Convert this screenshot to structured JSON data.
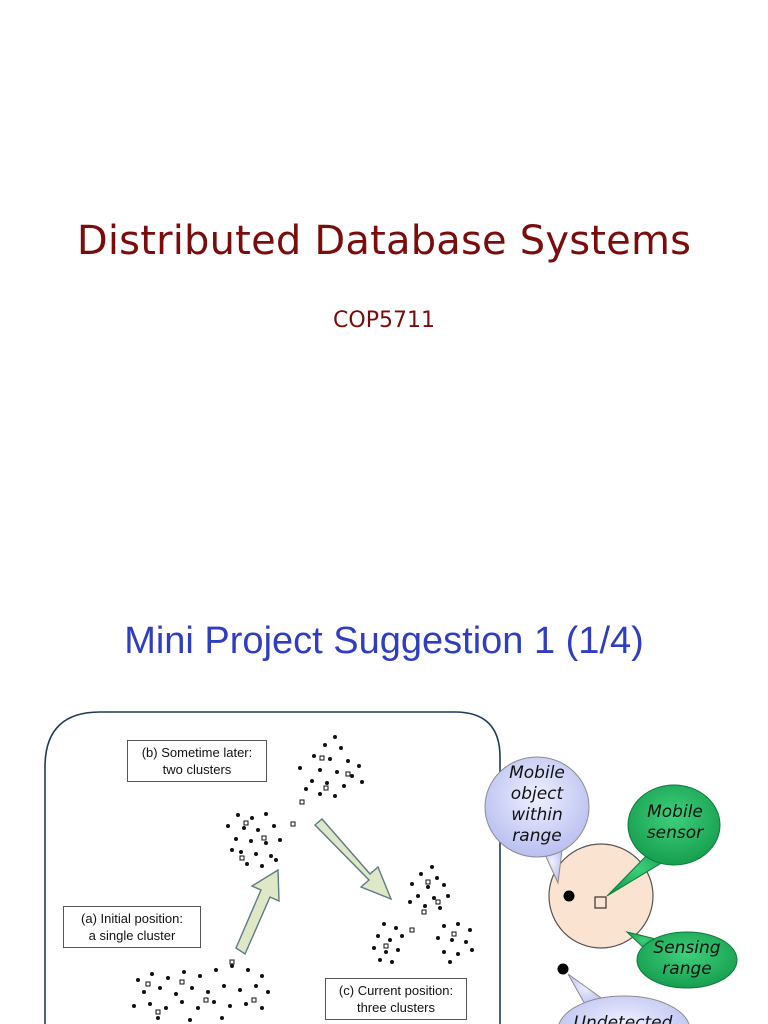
{
  "slide1": {
    "title": "Distributed Database Systems",
    "subtitle": "COP5711"
  },
  "slide2": {
    "title": "Mini Project Suggestion 1 (1/4)",
    "figure": {
      "label_b": {
        "line1": "(b)  Sometime later:",
        "line2": "two clusters"
      },
      "label_a": {
        "line1": "(a)  Initial position:",
        "line2": "a single cluster"
      },
      "label_c": {
        "line1": "(c)  Current position:",
        "line2": "three clusters"
      }
    },
    "diagram": {
      "mobile_object": [
        "Mobile",
        "object",
        "within",
        "range"
      ],
      "mobile_sensor": [
        "Mobile",
        "sensor"
      ],
      "sensing_range": [
        "Sensing",
        "range"
      ],
      "undetected": [
        "Undetected"
      ]
    },
    "colors": {
      "bubble_fill": "#cfd3f5",
      "green_fill": "#1faa5a",
      "circle_fill": "#fbe3d2",
      "arrow_fill": "#dfe8c6"
    }
  }
}
